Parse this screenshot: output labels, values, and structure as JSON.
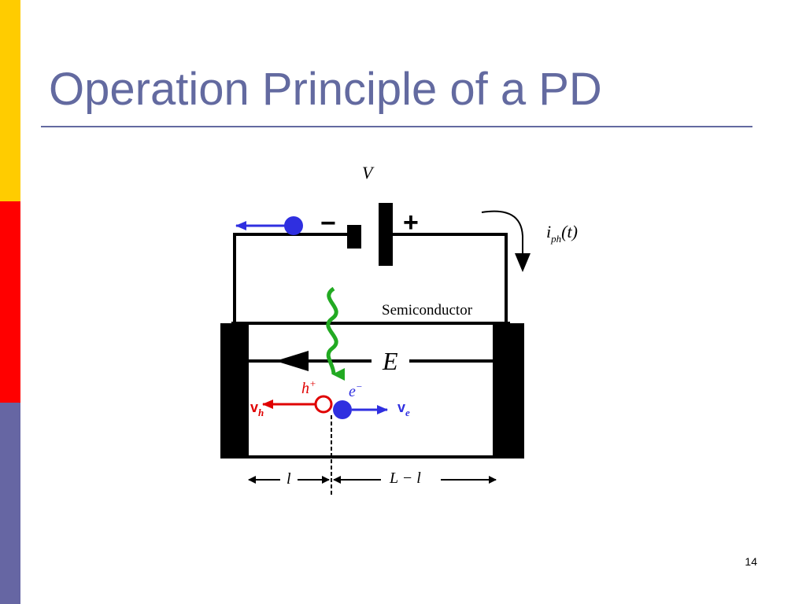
{
  "slide": {
    "title": "Operation Principle of a PD",
    "page_number": "14"
  },
  "theme": {
    "title_color": "#636aa0",
    "rule_color": "#636aa0",
    "sidebar_colors": [
      "#ffcc00",
      "#ff0000",
      "#6666a3"
    ],
    "electron_color": "#2f2fe0",
    "hole_color": "#e00000",
    "photon_color": "#22aa22"
  },
  "diagram": {
    "voltage_label": "V",
    "current_label_main": "i",
    "current_label_sub": "ph",
    "current_label_arg": "(t)",
    "battery_minus": "−",
    "battery_plus": "+",
    "semiconductor_label": "Semiconductor",
    "field_label": "E",
    "hole_label": "h",
    "hole_sup": "+",
    "electron_label": "e",
    "electron_sup": "−",
    "hole_velocity_main": "v",
    "hole_velocity_sub": "h",
    "electron_velocity_main": "v",
    "electron_velocity_sub": "e",
    "dim_left": "l",
    "dim_right": "L − l"
  }
}
